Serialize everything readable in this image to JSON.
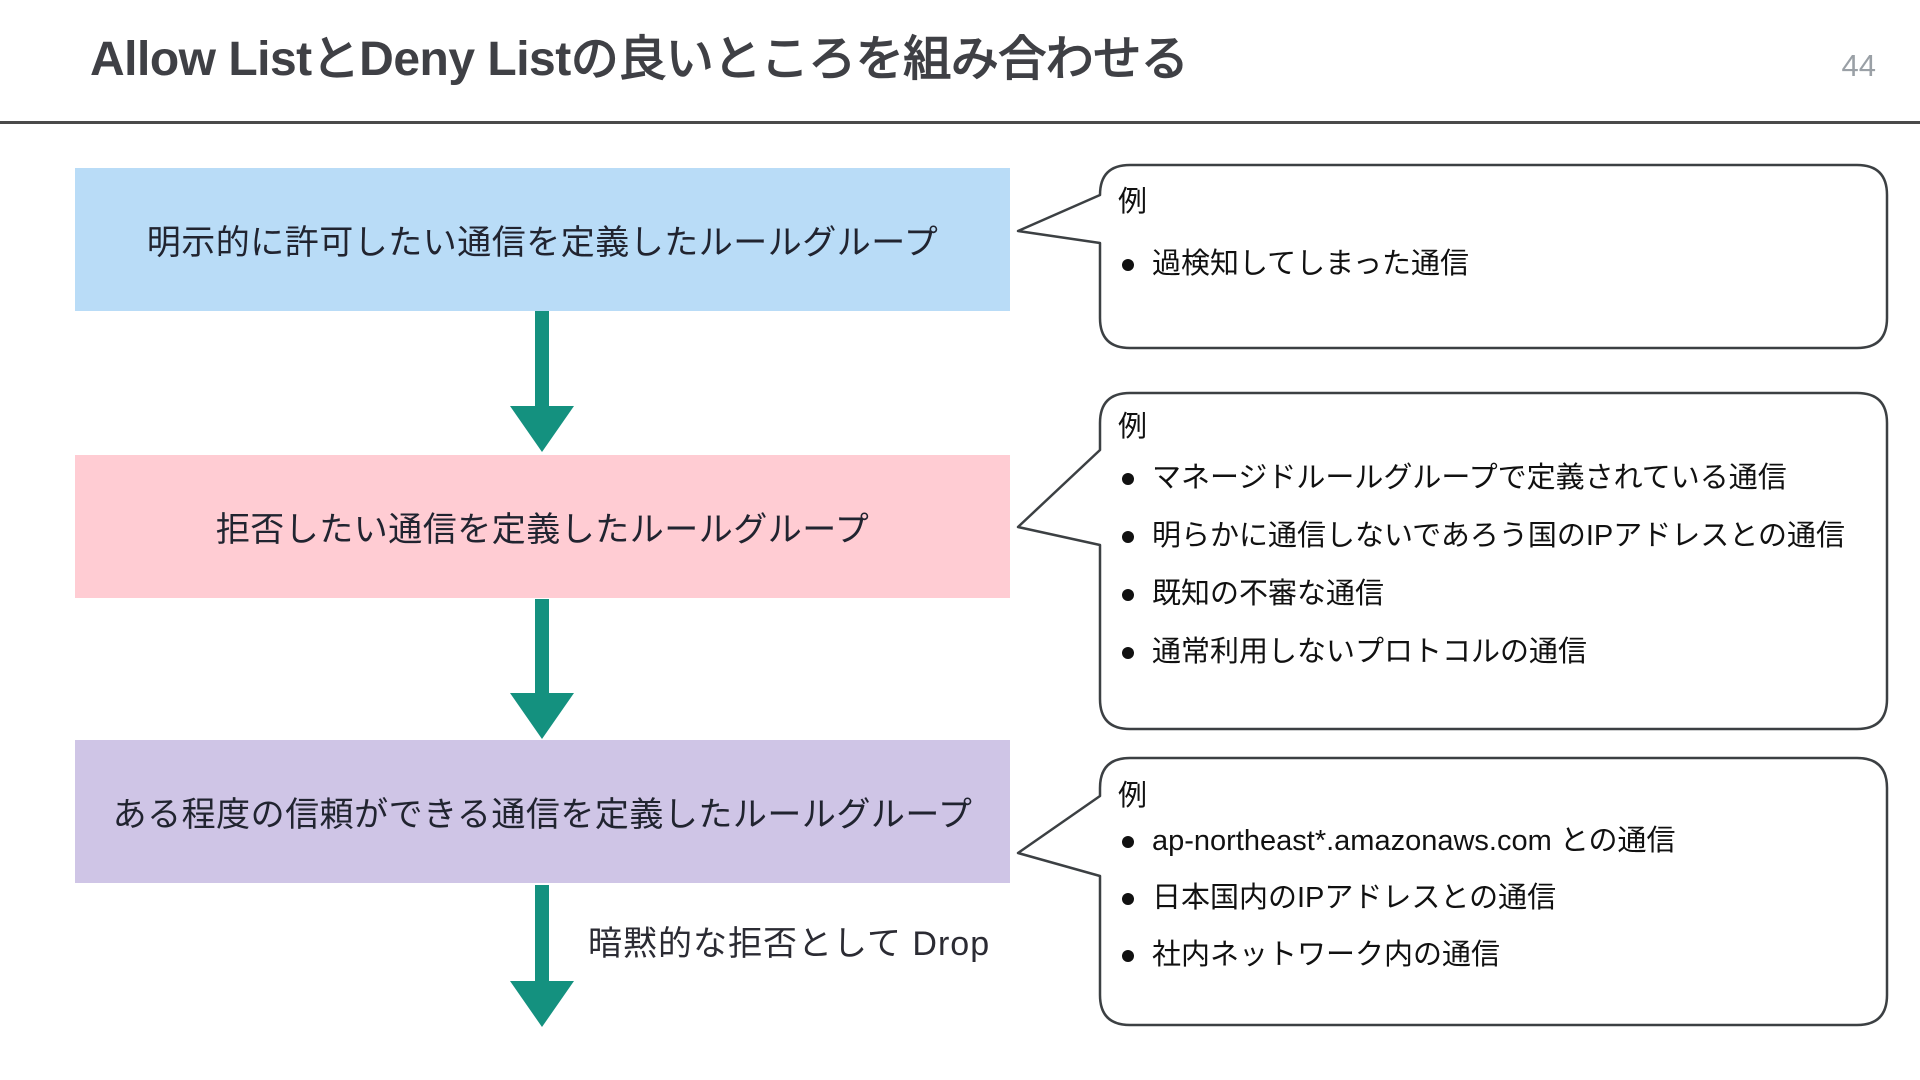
{
  "header": {
    "title": "Allow ListとDeny Listの良いところを組み合わせる",
    "page_number": "44"
  },
  "colors": {
    "accent-teal": "#14917F",
    "box-allow-bg": "#B9DCF7",
    "box-deny-bg": "#FFCCD3",
    "box-trust-bg": "#CFC5E6",
    "outline": "#3C4043",
    "title-text": "#3F4045",
    "box-text": "#212430",
    "muted": "#9AA0A6",
    "bubble-bg": "#FFFFFF"
  },
  "icons": {
    "flow_arrow": "down-arrow"
  },
  "flow": {
    "boxes": [
      {
        "label": "明示的に許可したい通信を定義したルールグループ"
      },
      {
        "label": "拒否したい通信を定義したルールグループ"
      },
      {
        "label": "ある程度の信頼ができる通信を定義したルールグループ"
      }
    ],
    "drop_label": "暗黙的な拒否として Drop"
  },
  "callouts": [
    {
      "heading": "例",
      "items": [
        "過検知してしまった通信"
      ]
    },
    {
      "heading": "例",
      "items": [
        "マネージドルールグループで定義されている通信",
        "明らかに通信しないであろう国のIPアドレスとの通信",
        "既知の不審な通信",
        "通常利用しないプロトコルの通信"
      ]
    },
    {
      "heading": "例",
      "items": [
        "ap-northeast*.amazonaws.com との通信",
        "日本国内のIPアドレスとの通信",
        "社内ネットワーク内の通信"
      ]
    }
  ]
}
